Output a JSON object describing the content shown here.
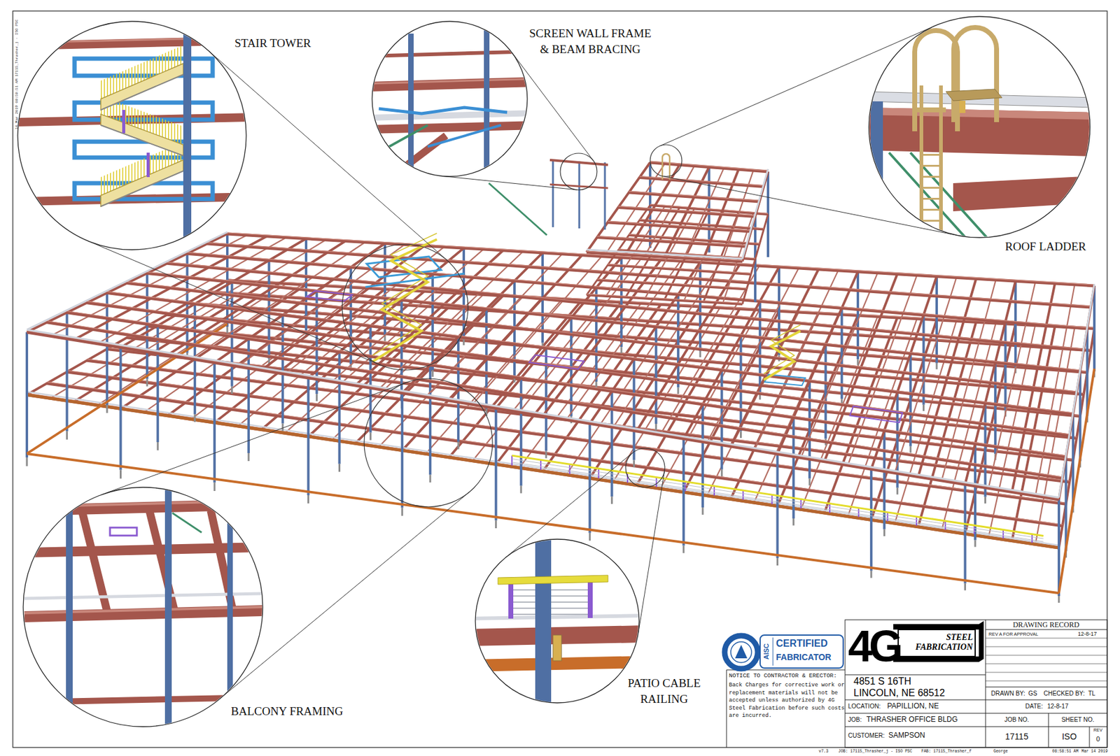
{
  "diagram": {
    "nodes": [
      {
        "text": [
          "STAIR TOWER"
        ]
      },
      {
        "text": [
          "SCREEN WALL FRAME & BEAM BRACING"
        ]
      },
      {
        "text": [
          "ROOF LADDER"
        ]
      },
      {
        "text": [
          "BALCONY FRAMING"
        ]
      },
      {
        "text": [
          "PATIO CABLE RAILING"
        ]
      }
    ],
    "labels": [
      "14 Mar 2019 08:58:51 AM 17115_Thrasher_j - ISO PSC",
      "AISC",
      "CERTIFIED",
      "FABRICATOR",
      "NOTICE TO CONTRACTOR & ERECTOR:",
      "Back Charges for corrective work or replacement materials will not be accepted unless authorized by 4G Steel Fabrication before such costs are incurred.",
      "4G",
      "STEEL FABRICATION",
      "4851 S 16TH",
      "LINCOLN, NE 68512",
      "LOCATION:",
      "PAPILLION, NE",
      "JOB:",
      "THRASHER OFFICE BLDG",
      "CUSTOMER:",
      "SAMPSON",
      "DRAWING RECORD",
      "REV A FOR APPROVAL",
      "12-8-17",
      "DRAWN BY:",
      "GS",
      "CHECKED BY:",
      "TL",
      "DATE:",
      "12-8-17",
      "JOB NO.",
      "SHEET NO.",
      "17115",
      "ISO",
      "REV",
      "0",
      "v7.3",
      "JOB: 17115_Thrasher_j - ISO PSC",
      "FAB: 17115_Thrasher_f",
      "George",
      "08:58:51 AM",
      "Mar 14 2019"
    ]
  }
}
